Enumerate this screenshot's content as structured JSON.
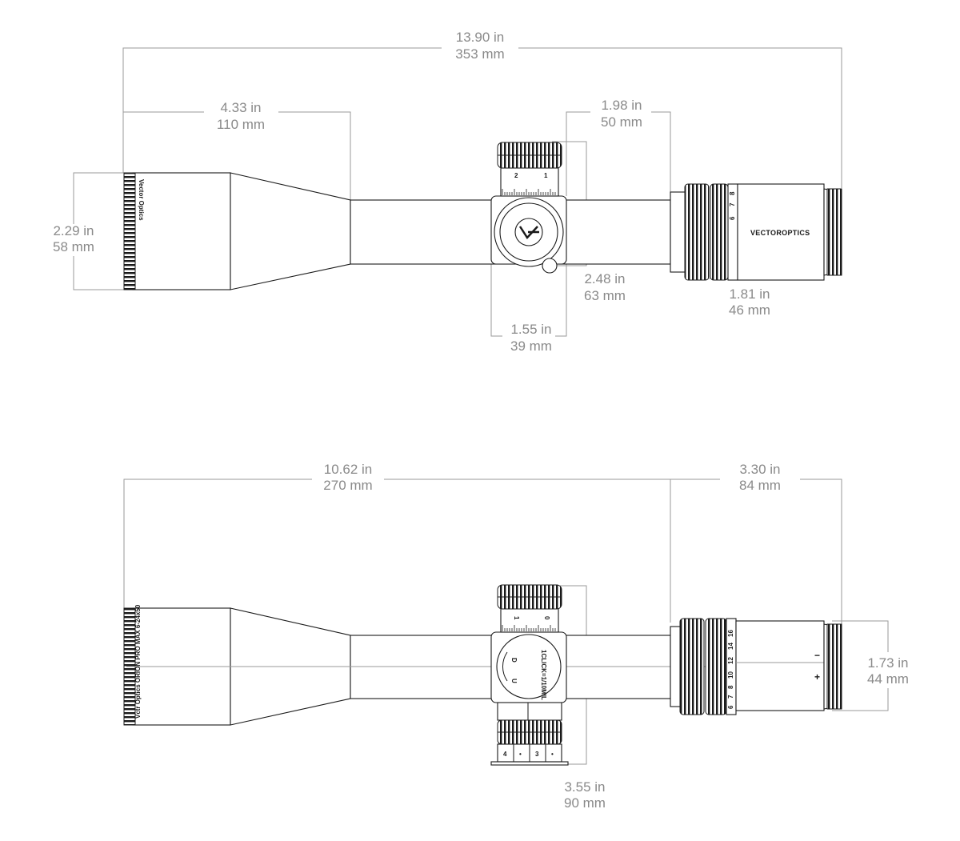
{
  "top_view": {
    "dimensions": {
      "overall_length": {
        "in": "13.90 in",
        "mm": "353 mm"
      },
      "objective_bell_length": {
        "in": "4.33 in",
        "mm": "110 mm"
      },
      "eyepiece_to_turret": {
        "in": "1.98 in",
        "mm": "50 mm"
      },
      "objective_diameter": {
        "in": "2.29 in",
        "mm": "58 mm"
      },
      "turret_height": {
        "in": "2.48 in",
        "mm": "63 mm"
      },
      "turret_width": {
        "in": "1.55 in",
        "mm": "39 mm"
      },
      "eyepiece_diameter": {
        "in": "1.81 in",
        "mm": "46 mm"
      }
    },
    "markings": {
      "objective_brand": "Vector Optics",
      "eyepiece_brand": "VECTOROPTICS",
      "turret_ticks": [
        "2",
        "1"
      ],
      "zoom_ticks": [
        "6",
        "7",
        "8"
      ]
    }
  },
  "side_view": {
    "dimensions": {
      "length_to_eyepiece": {
        "in": "10.62 in",
        "mm": "270 mm"
      },
      "eyepiece_length": {
        "in": "3.30 in",
        "mm": "84 mm"
      },
      "eyepiece_diameter": {
        "in": "1.73 in",
        "mm": "44 mm"
      },
      "turret_height": {
        "in": "3.55 in",
        "mm": "90 mm"
      }
    },
    "markings": {
      "objective_model": "Vctr Optics ORION PRO MAX 6-24x50",
      "turret_ticks": [
        "1",
        "0"
      ],
      "dial_text": "1CLICK=1/10MIL",
      "dial_direction_up": "U",
      "dial_direction_down": "D",
      "zoom_ticks": [
        "6",
        "7",
        "8",
        "10",
        "12",
        "14",
        "16"
      ],
      "illum_plus": "+",
      "illum_minus": "−",
      "illum_ticks": [
        "4",
        "•",
        "3",
        "•"
      ]
    }
  }
}
